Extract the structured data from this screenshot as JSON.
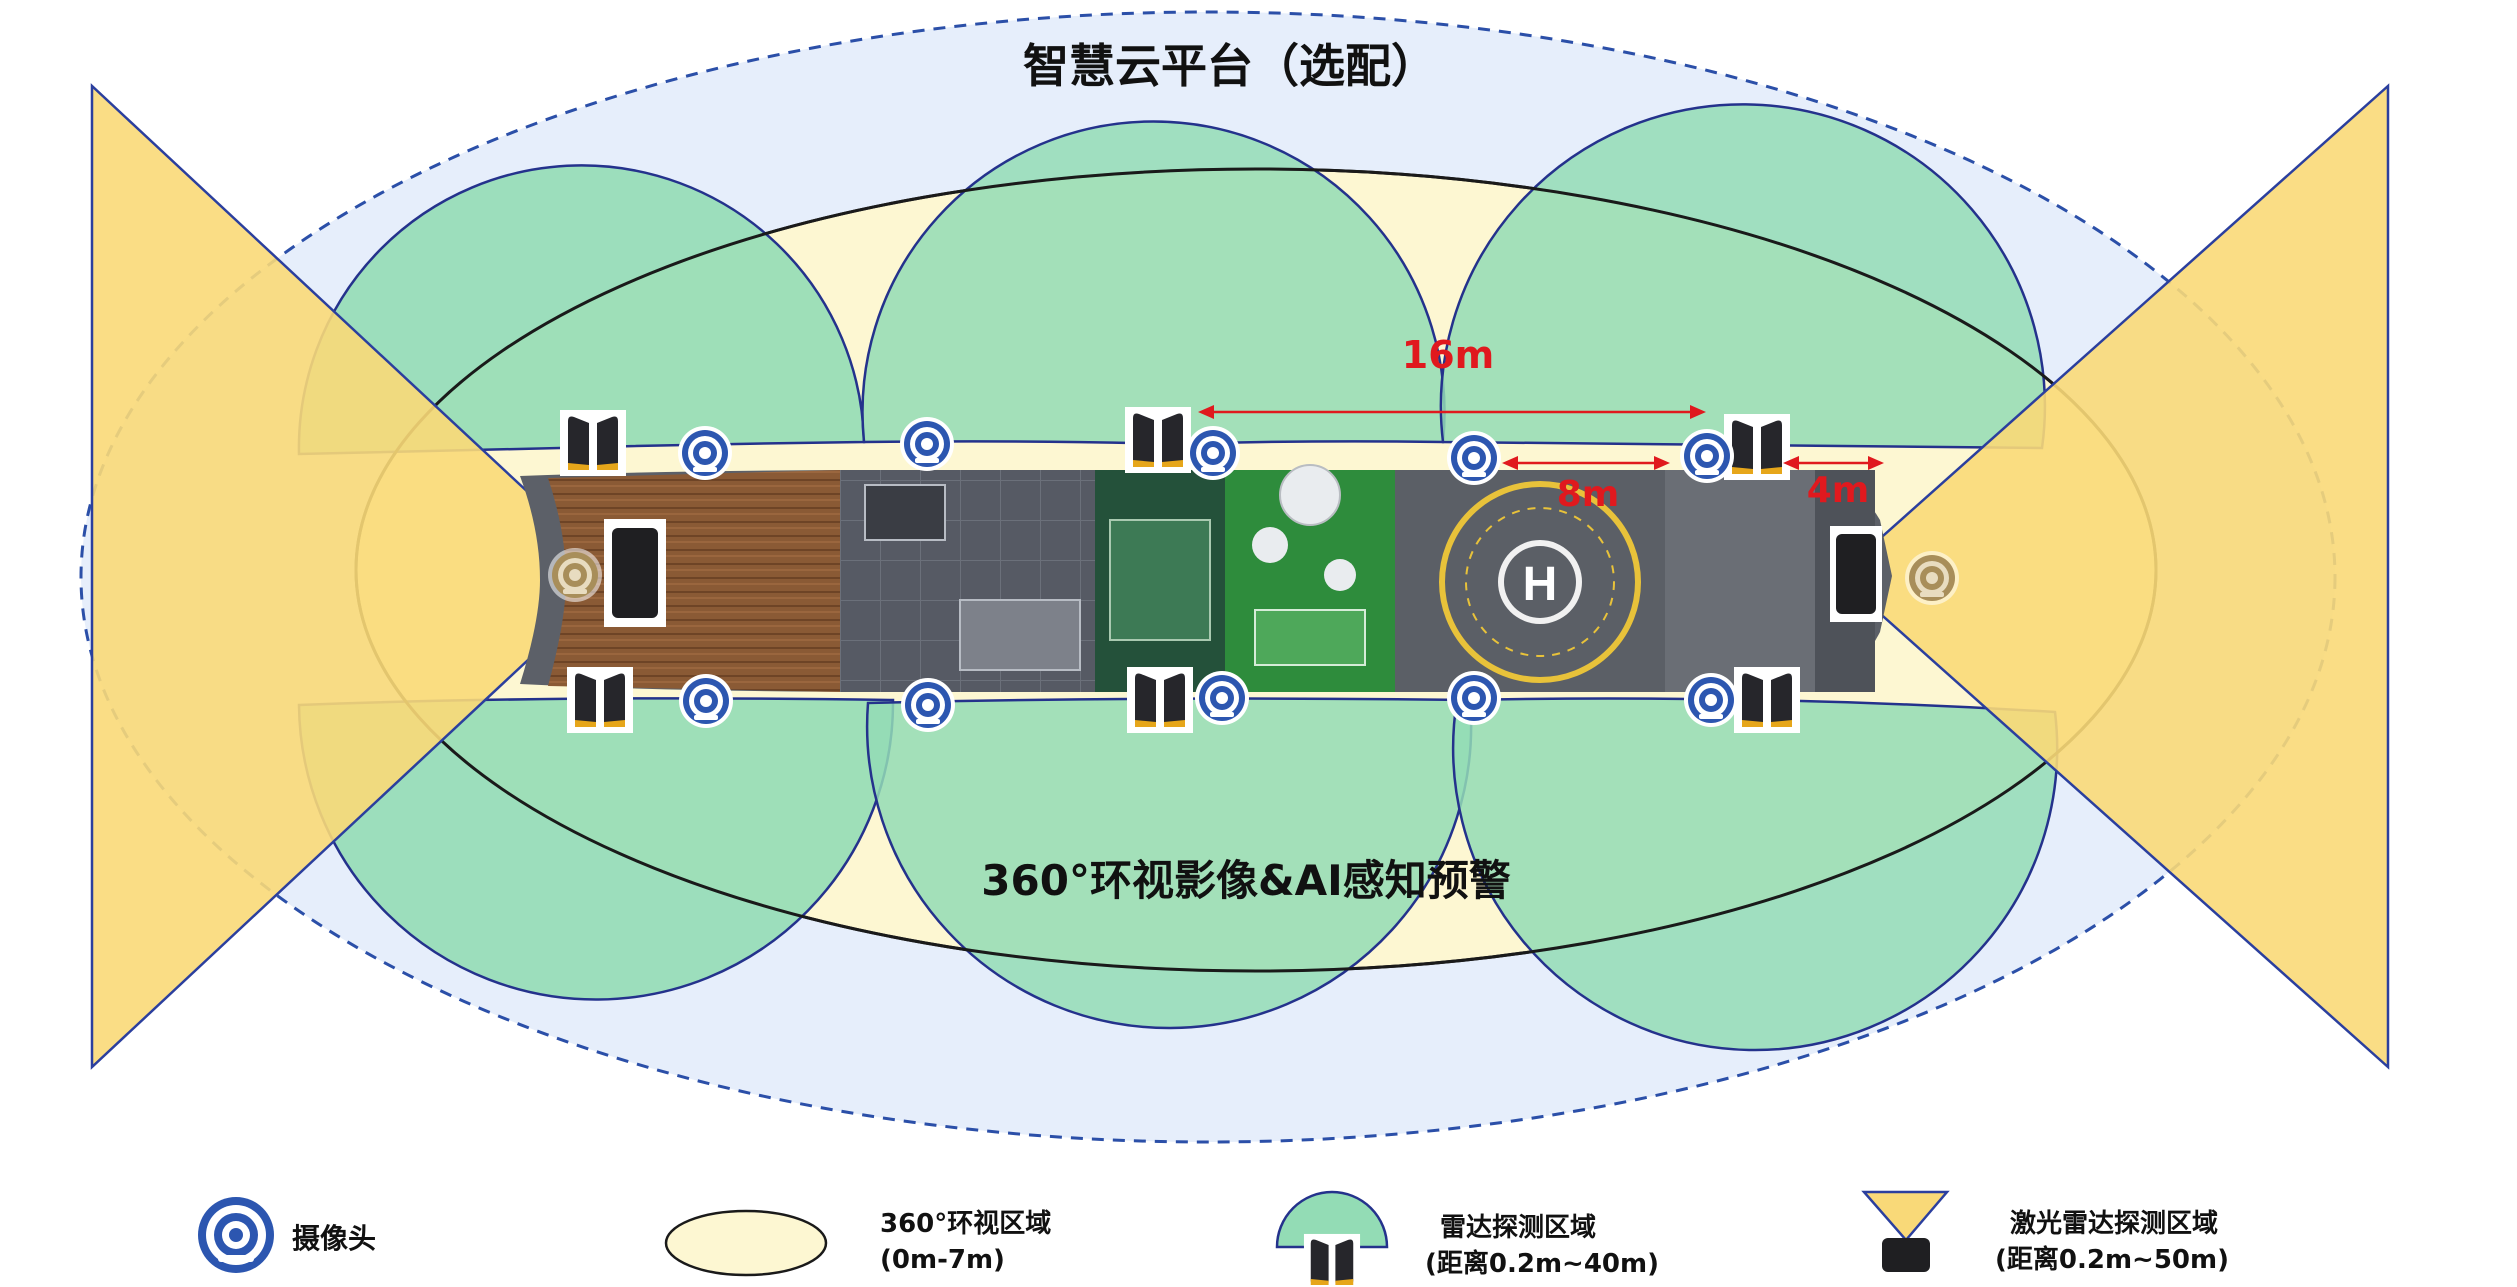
{
  "title": "智慧云平台（选配）",
  "center_label": "360°环视影像&AI感知预警",
  "measurements": {
    "d16": "16m",
    "d8": "8m",
    "d4": "4m"
  },
  "helipad_letter": "H",
  "legend": {
    "camera": "摄像头",
    "zone360_line1": "360°环视区域",
    "zone360_line2": "(0m-7m)",
    "radar_line1": "雷达探测区域",
    "radar_line2": "(距离0.2m~40m)",
    "lidar_line1": "激光雷达探测区域",
    "lidar_line2": "(距离0.2m~50m)"
  },
  "icons": [
    "camera-icon",
    "radar-icon",
    "lidar-icon"
  ],
  "colors": {
    "cloud_fill": "#e6eefb",
    "cloud_stroke": "#2b4fa8",
    "zone360_fill": "#fdf7d2",
    "radar_fill": "#93dcb5",
    "lidar_fill": "#f9d978",
    "lidar_stroke": "#2b3f9e",
    "accent_red": "#e0191e",
    "camera_blue": "#2c56b0"
  }
}
